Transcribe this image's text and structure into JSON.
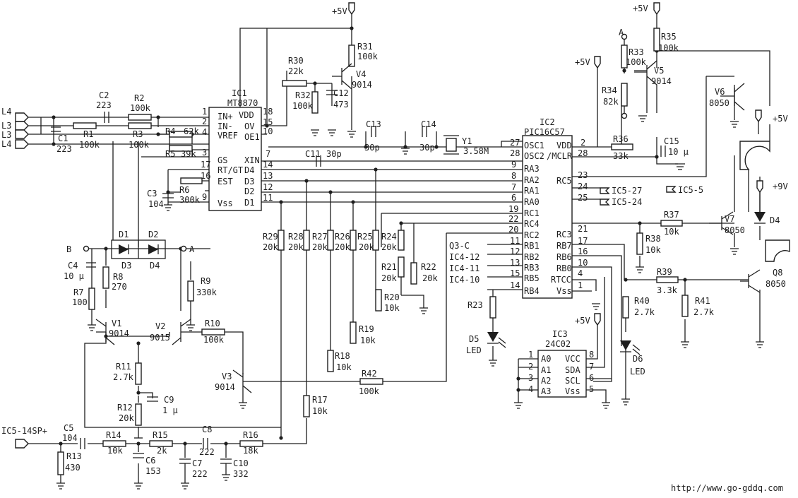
{
  "ic1": {
    "ref": "IC1",
    "part": "MT8870",
    "left_pins": [
      [
        "1",
        "IN+"
      ],
      [
        "2",
        "IN-"
      ],
      [
        "4",
        "VREF"
      ],
      [
        "3",
        "GS"
      ],
      [
        "17",
        "RT/GT"
      ],
      [
        "16",
        "EST"
      ],
      [
        "9",
        "Vss"
      ]
    ],
    "right_pins": [
      [
        "18",
        "VDD"
      ],
      [
        "15",
        "OV"
      ],
      [
        "10",
        "OE1"
      ],
      [
        "7",
        "XIN"
      ],
      [
        "14",
        "D4"
      ],
      [
        "13",
        "D3"
      ],
      [
        "12",
        "D2"
      ],
      [
        "11",
        "D1"
      ]
    ]
  },
  "ic2": {
    "ref": "IC2",
    "part": "PIC16C57",
    "left_pins": [
      [
        "27",
        "OSC1"
      ],
      [
        "28",
        "OSC2"
      ],
      [
        "9",
        "RA3"
      ],
      [
        "8",
        "RA2"
      ],
      [
        "7",
        "RA1"
      ],
      [
        "6",
        "RA0"
      ],
      [
        "19",
        "RC1"
      ],
      [
        "22",
        "RC4"
      ],
      [
        "20",
        "RC2"
      ],
      [
        "11",
        "RB1"
      ],
      [
        "12",
        "RB2"
      ],
      [
        "13",
        "RB3"
      ],
      [
        "15",
        "RB5"
      ],
      [
        "14",
        "RB4"
      ]
    ],
    "right_pins": [
      [
        "2",
        "VDD"
      ],
      [
        "28",
        "/MCLR"
      ],
      [
        "23",
        ""
      ],
      [
        "24",
        "RC5"
      ],
      [
        "25",
        ""
      ],
      [
        "21",
        "RC3"
      ],
      [
        "17",
        "RB7"
      ],
      [
        "16",
        "RB6"
      ],
      [
        "10",
        "RB0"
      ],
      [
        "4",
        "RTCC"
      ],
      [
        "1",
        "Vss"
      ]
    ]
  },
  "ic3": {
    "ref": "IC3",
    "part": "24C02",
    "left_pins": [
      [
        "1",
        "A0"
      ],
      [
        "2",
        "A1"
      ],
      [
        "3",
        "A2"
      ],
      [
        "4",
        "A3"
      ]
    ],
    "right_pins": [
      [
        "8",
        "VCC"
      ],
      [
        "7",
        "SDA"
      ],
      [
        "6",
        "SCL"
      ],
      [
        "5",
        "Vss"
      ]
    ]
  },
  "lines": [
    "L4",
    "L3",
    "L3",
    "L4"
  ],
  "input_label": "IC5-14SP+",
  "ports": {
    "b": "B",
    "a": "A",
    "a_top": "A",
    "ic5_27": "IC5-27",
    "ic5_24": "IC5-24",
    "ic5_5": "IC5-5",
    "q3c": "Q3-C",
    "ic4_12": "IC4-12",
    "ic4_11": "IC4-11",
    "ic4_10": "IC4-10"
  },
  "supplies": {
    "p5v_1": "+5V",
    "p5v_2": "+5V",
    "p5v_3": "+5V",
    "p5v_4": "+5V",
    "p5v_5": "+5V",
    "p9v": "+9V"
  },
  "labels": {
    "c1": "C1",
    "c1v": "223",
    "c2": "C2",
    "c2v": "223",
    "r1": "R1",
    "r1v": "100k",
    "r2": "R2",
    "r2v": "100k",
    "r3": "R3",
    "r3v": "100k",
    "r4": "R4",
    "r4v": "62k",
    "r5": "R5",
    "r5v": "39k",
    "r6": "R6",
    "r6v": "300k",
    "c3": "C3",
    "c3v": "104",
    "r30": "R30",
    "r30v": "22k",
    "r31": "R31",
    "r31v": "100k",
    "r32": "R32",
    "r32v": "100k",
    "c12": "C12",
    "c12v": "473",
    "v4": "V4",
    "v4v": "9014",
    "c13": "C13",
    "c13v": "30p",
    "c14": "C14",
    "c14v": "30p",
    "y1": "Y1",
    "y1v": "3.58M",
    "c11": "C11",
    "c11v": "30p",
    "r36": "R36",
    "r36v": "33k",
    "c15": "C15",
    "c15v": "10 μ",
    "r33": "R33",
    "r33v": "100k",
    "r34": "R34",
    "r34v": "82k",
    "r35": "R35",
    "r35v": "100k",
    "v5": "V5",
    "v5v": "9014",
    "v6": "V6",
    "v6v": "8050",
    "d1": "D1",
    "d2": "D2",
    "d3": "D3",
    "d4": "D4",
    "c4": "C4",
    "c4v": "10 μ",
    "r8": "R8",
    "r8v": "270",
    "r7": "R7",
    "r7v": "100",
    "r9": "R9",
    "r9v": "330k",
    "v1": "V1",
    "v1v": "9014",
    "v2": "V2",
    "v2v": "9015",
    "r10": "R10",
    "r10v": "100k",
    "r11": "R11",
    "r11v": "2.7k",
    "c9": "C9",
    "c9v": "1 μ",
    "r12": "R12",
    "r12v": "20k",
    "v3": "V3",
    "v3v": "9014",
    "r29": "R29",
    "r29v": "20k",
    "r28": "R28",
    "r28v": "20k",
    "r27": "R27",
    "r27v": "20k",
    "r26": "R26",
    "r26v": "20k",
    "r25": "R25",
    "r25v": "20k",
    "r24": "R24",
    "r24v": "20k",
    "r21": "R21",
    "r21v": "20k",
    "r22": "R22",
    "r22v": "20k",
    "r20": "R20",
    "r20v": "10k",
    "r19": "R19",
    "r19v": "10k",
    "r18": "R18",
    "r18v": "10k",
    "r17": "R17",
    "r17v": "10k",
    "r42": "R42",
    "r42v": "100k",
    "r23": "R23",
    "d5": "D5",
    "d5v": "LED",
    "d6": "D6",
    "d6v": "LED",
    "r37": "R37",
    "r37v": "10k",
    "r38": "R38",
    "r38v": "10k",
    "v7": "V7",
    "v7v": "8050",
    "d4b": "D4",
    "r39": "R39",
    "r39v": "3.3k",
    "r40": "R40",
    "r40v": "2.7k",
    "r41": "R41",
    "r41v": "2.7k",
    "q8": "Q8",
    "q8v": "8050",
    "c5": "C5",
    "c5v": "104",
    "r13": "R13",
    "r13v": "430",
    "r14": "R14",
    "r14v": "10k",
    "c6": "C6",
    "c6v": "153",
    "r15": "R15",
    "r15v": "2k",
    "c7": "C7",
    "c7v": "222",
    "c8": "C8",
    "c8v": "222",
    "r16": "R16",
    "r16v": "18k",
    "c10": "C10",
    "c10v": "332"
  },
  "watermark": "http://www.go-gddq.com"
}
